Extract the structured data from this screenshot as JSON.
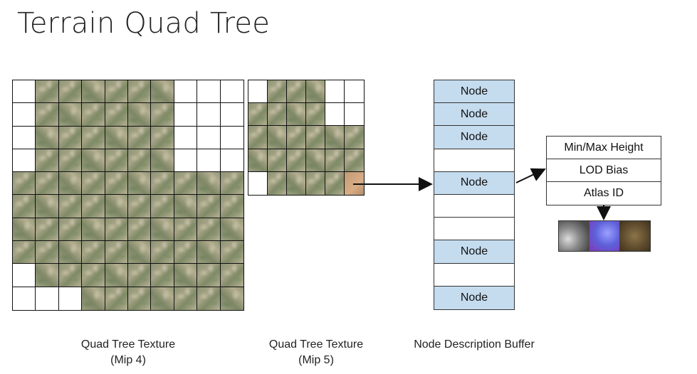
{
  "title": "Terrain Quad Tree",
  "mip4": {
    "caption_line1": "Quad Tree Texture",
    "caption_line2": "(Mip 4)",
    "rows": [
      "WTTTTTTWWW",
      "WTTTTTTWWW",
      "WTTTTTTWWW",
      "WTTTTTTWWW",
      "TTTTTTTTTT",
      "TTTTTTTTTT",
      "TTTTTTTTTT",
      "TTTTTTTTTT",
      "WTTTTTTTTT",
      "WWWTTTTTTT"
    ]
  },
  "mip5": {
    "caption_line1": "Quad Tree Texture",
    "caption_line2": "(Mip 5)",
    "rows": [
      "WTTTWW",
      "TTTTWW",
      "TTTTTT",
      "TTTTTT",
      "WTTTTH"
    ]
  },
  "buffer": {
    "caption": "Node Description Buffer",
    "rows": [
      {
        "label": "Node",
        "filled": true
      },
      {
        "label": "Node",
        "filled": true
      },
      {
        "label": "Node",
        "filled": true
      },
      {
        "label": "",
        "filled": false
      },
      {
        "label": "Node",
        "filled": true
      },
      {
        "label": "",
        "filled": false
      },
      {
        "label": "",
        "filled": false
      },
      {
        "label": "Node",
        "filled": true
      },
      {
        "label": "",
        "filled": false
      },
      {
        "label": "Node",
        "filled": true
      }
    ]
  },
  "description": {
    "fields": [
      "Min/Max Height",
      "LOD Bias",
      "Atlas ID"
    ]
  },
  "atlas_swatches": [
    "grayscale-heightmap",
    "normal-map",
    "diffuse-texture"
  ],
  "colors": {
    "node_fill": "#c5dcef",
    "highlight_cell": "#c9a07b",
    "normal_map": "#6d6fe0",
    "diffuse": "#6e5a3a"
  }
}
